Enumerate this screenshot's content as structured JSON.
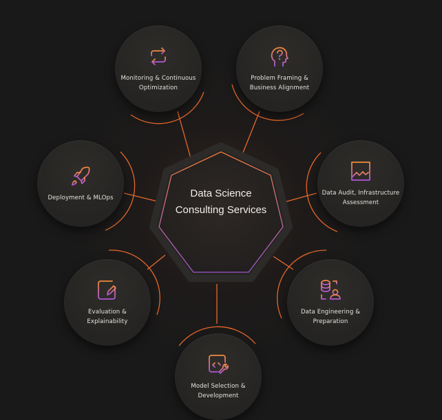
{
  "diagram": {
    "center": {
      "title_line1": "Data Science",
      "title_line2": "Consulting Services"
    },
    "colors": {
      "background": "#191919",
      "node_fill": "#272624",
      "accent_orange": "#f07a35",
      "accent_purple": "#b05ad6",
      "text": "#e6e3de"
    },
    "nodes": [
      {
        "id": "monitoring",
        "icon": "loop-arrows-icon",
        "line1": "Monitoring & Continuous",
        "line2": "Optimization"
      },
      {
        "id": "problem-framing",
        "icon": "head-question-icon",
        "line1": "Problem Framing &",
        "line2": "Business Alignment"
      },
      {
        "id": "deployment",
        "icon": "rocket-icon",
        "line1": "Deployment & MLOps",
        "line2": ""
      },
      {
        "id": "data-audit",
        "icon": "browser-chart-icon",
        "line1": "Data Audit, Infrastructure",
        "line2": "Assessment"
      },
      {
        "id": "evaluation",
        "icon": "edit-note-icon",
        "line1": "Evaluation &",
        "line2": "Explainability"
      },
      {
        "id": "data-engineering",
        "icon": "database-user-icon",
        "line1": "Data Engineering &",
        "line2": "Preparation"
      },
      {
        "id": "model-selection",
        "icon": "code-wrench-icon",
        "line1": "Model Selection &",
        "line2": "Development"
      }
    ]
  }
}
